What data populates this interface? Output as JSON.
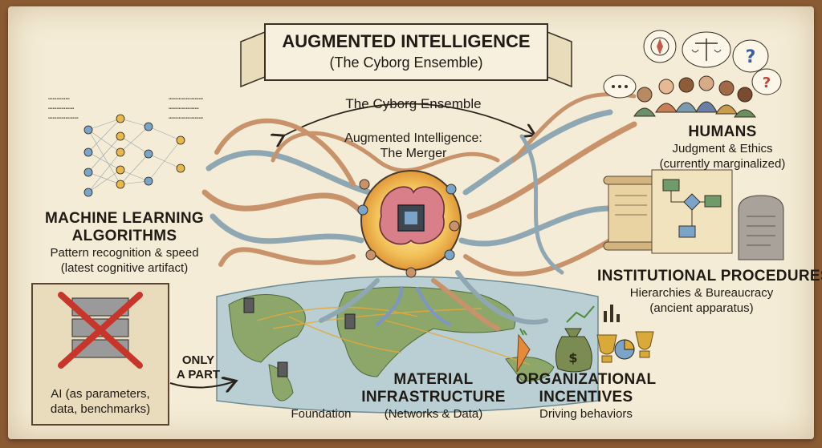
{
  "title": {
    "line1": "AUGMENTED INTELLIGENCE",
    "line2": "(The Cyborg Ensemble)"
  },
  "center": {
    "arc_label": "The Cyborg Ensemble",
    "merger_line1": "Augmented Intelligence:",
    "merger_line2": "The Merger"
  },
  "humans": {
    "heading": "HUMANS",
    "line1": "Judgment & Ethics",
    "line2": "(currently marginalized)"
  },
  "ml": {
    "heading_line1": "MACHINE LEARNING",
    "heading_line2": "ALGORITHMS",
    "line1": "Pattern recognition & speed",
    "line2": "(latest cognitive artifact)"
  },
  "institutional": {
    "heading": "INSTITUTIONAL PROCEDURES",
    "line1": "Hierarchies & Bureaucracy",
    "line2": "(ancient apparatus)"
  },
  "material": {
    "heading_line1": "MATERIAL",
    "heading_line2": "INFRASTRUCTURE",
    "line1": "(Networks & Data)",
    "foundation": "Foundation"
  },
  "incentives": {
    "heading_line1": "ORGANIZATIONAL",
    "heading_line2": "INCENTIVES",
    "line1": "Driving behaviors"
  },
  "ai_box": {
    "line1": "AI (as parameters,",
    "line2": "data, benchmarks)"
  },
  "only_part": {
    "line1": "ONLY",
    "line2": "A PART"
  },
  "colors": {
    "paper": "#f4ecd6",
    "strand_blue": "#8fa7b3",
    "strand_tan": "#c8926b",
    "core_glow": "#f3c35a",
    "ocean": "#b9cfd4",
    "land": "#8da66a"
  },
  "icons": [
    "robot-brain-chip-icon",
    "server-crossed-icon",
    "globe-map-icon",
    "scroll-icon",
    "flowchart-icon",
    "stone-tablet-icon",
    "carrot-icon",
    "money-bag-icon",
    "trophy-icon",
    "pie-chart-icon",
    "compass-icon",
    "scales-icon",
    "question-bubble-icon",
    "neural-network-icon"
  ]
}
